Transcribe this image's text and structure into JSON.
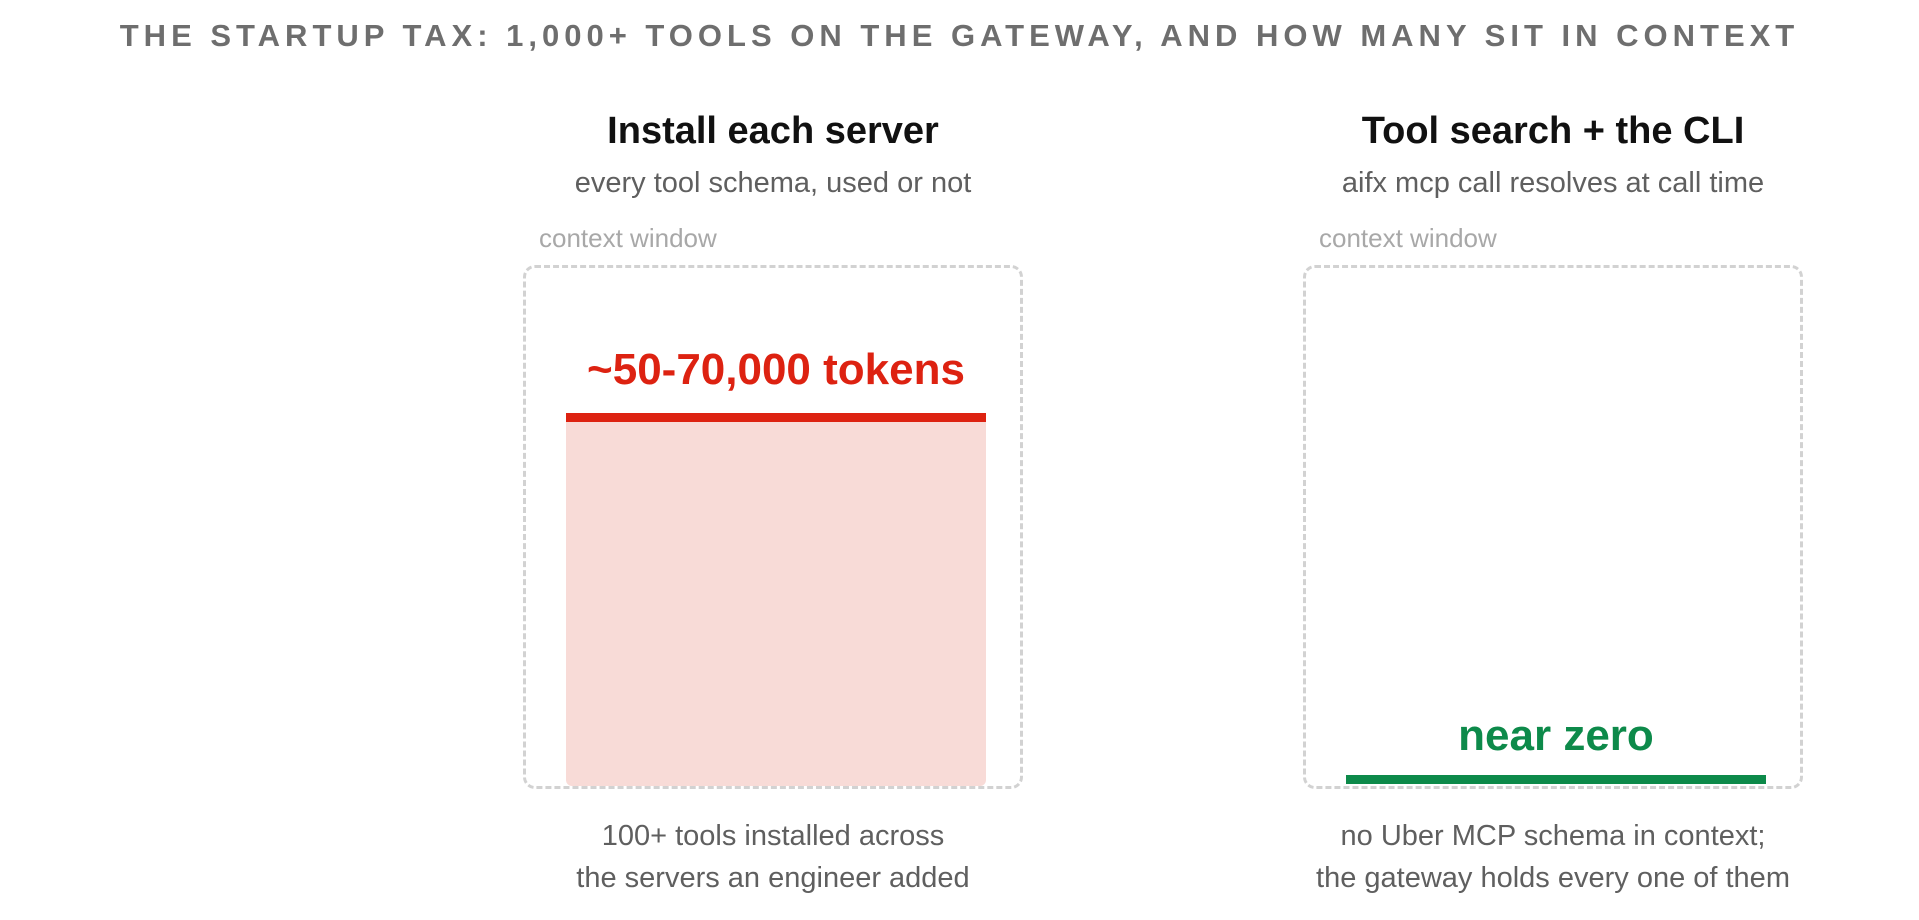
{
  "title": "THE STARTUP TAX: 1,000+ TOOLS ON THE GATEWAY, AND HOW MANY SIT IN CONTEXT",
  "panels": [
    {
      "heading": "Install each server",
      "subheading": "every tool schema, used or not",
      "context_label": "context window",
      "amount_label": "~50-70,000 tokens",
      "context_fill_fraction": 0.83,
      "accent_color": "#dd2211",
      "fill_color": "#f8dbd7",
      "caption": [
        "100+ tools installed across",
        "the servers an engineer added"
      ]
    },
    {
      "heading": "Tool search + the CLI",
      "subheading": "aifx mcp call resolves at call time",
      "context_label": "context window",
      "amount_label": "near zero",
      "context_fill_fraction": 0.0,
      "accent_color": "#0d8a4a",
      "fill_color": "#ffffff",
      "caption": [
        "no Uber MCP schema in context;",
        "the gateway holds every one of them"
      ]
    }
  ]
}
